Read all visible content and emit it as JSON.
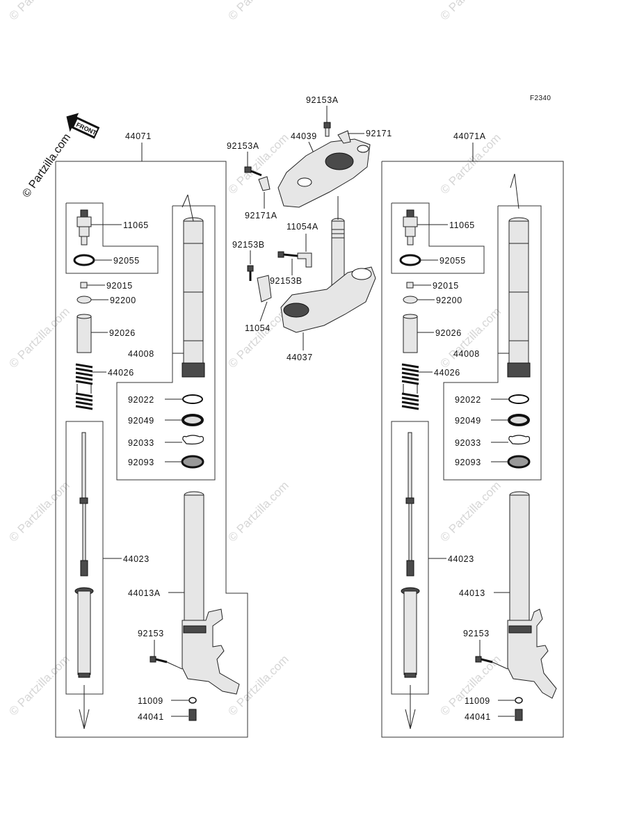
{
  "figure_code": "F2340",
  "front_badge": "FRONT",
  "watermark": "© Partzilla.com",
  "left_assembly": {
    "group": "44071",
    "parts": [
      "11065",
      "92055",
      "92015",
      "92200",
      "92026",
      "44026",
      "44008",
      "92022",
      "92049",
      "92033",
      "92093",
      "44023",
      "44013A",
      "92153",
      "11009",
      "44041"
    ]
  },
  "center_assembly": {
    "parts": [
      "92153A",
      "44039",
      "92171",
      "92171A",
      "11054A",
      "92153B",
      "11054",
      "44037"
    ],
    "top_bolt": "92153A",
    "left_bolt": "92153A",
    "left_bolt_b": "92153B",
    "mid_bolt_b": "92153B"
  },
  "right_assembly": {
    "group": "44071A",
    "parts": [
      "11065",
      "92055",
      "92015",
      "92200",
      "92026",
      "44026",
      "44008",
      "92022",
      "92049",
      "92033",
      "92093",
      "44023",
      "44013",
      "92153",
      "11009",
      "44041"
    ]
  }
}
